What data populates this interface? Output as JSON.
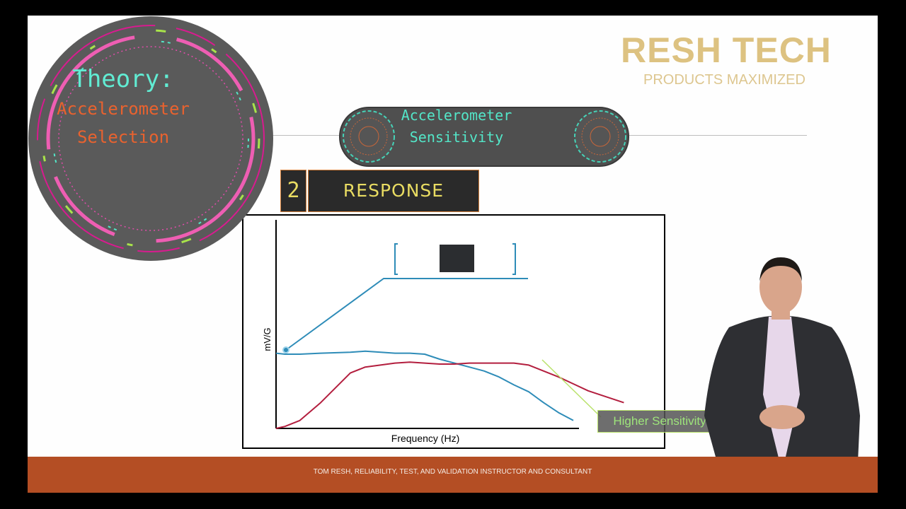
{
  "brand": {
    "title": "RESH TECH",
    "subtitle": "PRODUCTS MAXIMIZED",
    "color": "#d8b86c"
  },
  "badge": {
    "line1": "Theory:",
    "line2": "Accelerometer",
    "line3": "Selection"
  },
  "topic": {
    "line1": "Accelerometer",
    "line2": "Sensitivity"
  },
  "section": {
    "number": "2",
    "label": "RESPONSE"
  },
  "footer": {
    "text": "TOM RESH, RELIABILITY, TEST, AND VALIDATION INSTRUCTOR AND CONSULTANT"
  },
  "chart_data": {
    "type": "line",
    "xlabel": "Frequency (Hz)",
    "ylabel": "mV/G",
    "grid": false,
    "xlim": [
      0,
      100
    ],
    "ylim": [
      0,
      100
    ],
    "series": [
      {
        "color": "#2e8cb8",
        "x": [
          0,
          3,
          8,
          15,
          25,
          30,
          40,
          45,
          50,
          55,
          60,
          65,
          70,
          75,
          80,
          85,
          90,
          95,
          100
        ],
        "y": [
          38,
          37.5,
          37.5,
          38,
          38.5,
          39,
          38,
          38,
          37.5,
          35,
          33,
          31,
          29,
          26,
          22,
          18.5,
          13,
          8,
          4
        ]
      },
      {
        "color": "#b31e3e",
        "x": [
          0,
          3,
          8,
          15,
          25,
          30,
          40,
          45,
          50,
          55,
          60,
          65,
          70,
          75,
          80,
          85,
          90,
          95,
          100,
          105,
          110,
          117
        ],
        "y": [
          0,
          1,
          4,
          13,
          28,
          31,
          33,
          33.5,
          33,
          32.5,
          32.5,
          33,
          33,
          33,
          33,
          32,
          29,
          26,
          22.5,
          19,
          16.5,
          13
        ]
      }
    ],
    "annotations": [
      {
        "text": "Higher Sensitivity",
        "color": "#9ee57b",
        "points_to": "red"
      },
      {
        "type": "callout",
        "points_to": "blue",
        "x": 0,
        "y": 38
      }
    ]
  },
  "colors": {
    "footer": "#b44e24",
    "accent_teal": "#53e6c8",
    "accent_orange": "#e8622f",
    "accent_magenta": "#d81b8f"
  }
}
